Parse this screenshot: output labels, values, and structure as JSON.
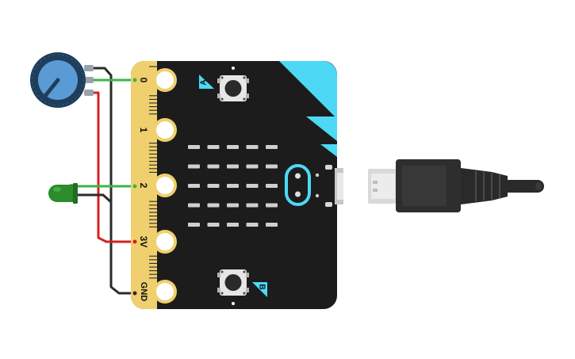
{
  "board": {
    "pins": [
      {
        "label": "0"
      },
      {
        "label": "1"
      },
      {
        "label": "2"
      },
      {
        "label": "3V"
      },
      {
        "label": "GND"
      }
    ],
    "button_a": "A",
    "button_b": "B",
    "led_matrix": {
      "rows": 5,
      "cols": 5
    }
  },
  "colors": {
    "board": "#1c1c1c",
    "edge_connector": "#f0d06e",
    "accent": "#4dd9f5",
    "wire_green": "#3bb54a",
    "wire_red": "#d32222",
    "wire_black": "#2b2b2b",
    "led_body": "#2a8c2a",
    "potentiometer": "#1f3e5c",
    "pot_knob": "#5b9bd5"
  },
  "components": {
    "potentiometer": "potentiometer-icon",
    "led": "led-icon",
    "usb": "usb-cable-icon"
  }
}
